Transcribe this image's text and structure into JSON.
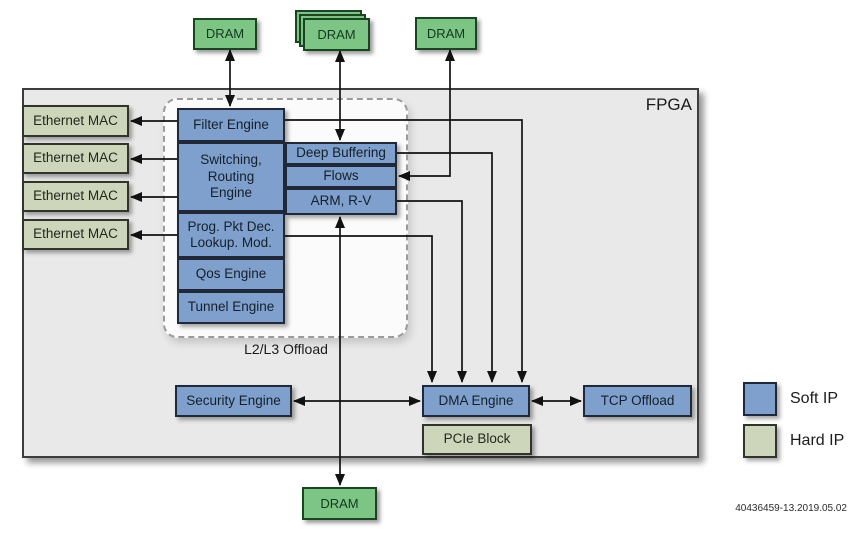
{
  "title": "FPGA",
  "doc_number": "40436459-13.2019.05.02",
  "top_dram": {
    "left": "DRAM",
    "middle": "DRAM",
    "right": "DRAM"
  },
  "bottom_dram": "DRAM",
  "ethernet_macs": [
    "Ethernet MAC",
    "Ethernet MAC",
    "Ethernet MAC",
    "Ethernet MAC"
  ],
  "l2l3_offload": {
    "label": "L2/L3 Offload",
    "blocks": {
      "filter": "Filter Engine",
      "switching": "Switching, Routing Engine",
      "prog_pkt": "Prog. Pkt Dec. Lookup. Mod.",
      "qos": "Qos Engine",
      "tunnel": "Tunnel Engine"
    }
  },
  "processing_blocks": {
    "deep_buffering": "Deep Buffering",
    "flows": "Flows",
    "arm": "ARM, R-V"
  },
  "security_engine": "Security Engine",
  "dma_engine": "DMA Engine",
  "pcie_block": "PCIe Block",
  "tcp_offload": "TCP Offload",
  "legend": {
    "soft_ip": {
      "label": "Soft IP",
      "color": "#7f9fcd"
    },
    "hard_ip": {
      "label": "Hard IP",
      "color": "#cdd5ba"
    }
  },
  "colors": {
    "dram_green": "#7dc584",
    "fpga_fill": "#e9e9e9",
    "line": "#121212"
  }
}
